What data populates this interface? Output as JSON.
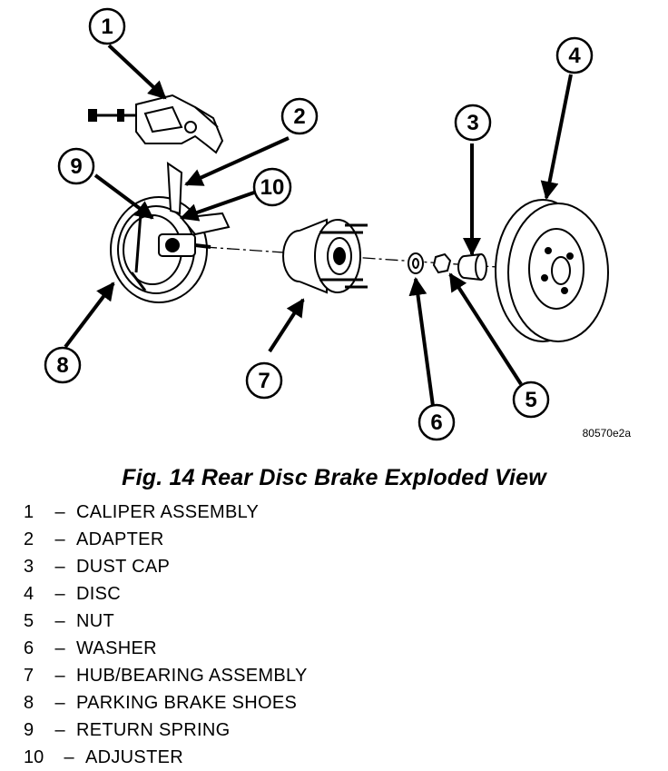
{
  "figure_id": "80570e2a",
  "caption": "Fig. 14 Rear Disc Brake Exploded View",
  "callouts": [
    "1",
    "2",
    "3",
    "4",
    "5",
    "6",
    "7",
    "8",
    "9",
    "10"
  ],
  "legend": [
    {
      "num": "1",
      "label": "CALIPER ASSEMBLY"
    },
    {
      "num": "2",
      "label": "ADAPTER"
    },
    {
      "num": "3",
      "label": "DUST CAP"
    },
    {
      "num": "4",
      "label": "DISC"
    },
    {
      "num": "5",
      "label": "NUT"
    },
    {
      "num": "6",
      "label": "WASHER"
    },
    {
      "num": "7",
      "label": "HUB/BEARING ASSEMBLY"
    },
    {
      "num": "8",
      "label": "PARKING BRAKE SHOES"
    },
    {
      "num": "9",
      "label": "RETURN SPRING"
    },
    {
      "num": "10",
      "label": "ADJUSTER"
    }
  ],
  "dash": "–"
}
